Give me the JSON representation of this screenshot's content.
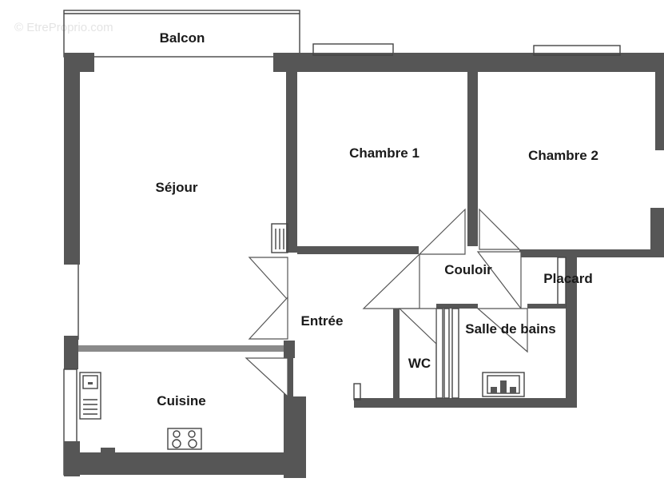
{
  "watermark": "© EtreProprio.com",
  "rooms": {
    "balcon": "Balcon",
    "sejour": "Séjour",
    "chambre1": "Chambre 1",
    "chambre2": "Chambre 2",
    "couloir": "Couloir",
    "placard": "Placard",
    "entree": "Entrée",
    "salle_de_bains": "Salle de bains",
    "wc": "WC",
    "cuisine": "Cuisine"
  },
  "colors": {
    "wall": "#565656",
    "background": "#ffffff",
    "text": "#1a1a1a"
  }
}
